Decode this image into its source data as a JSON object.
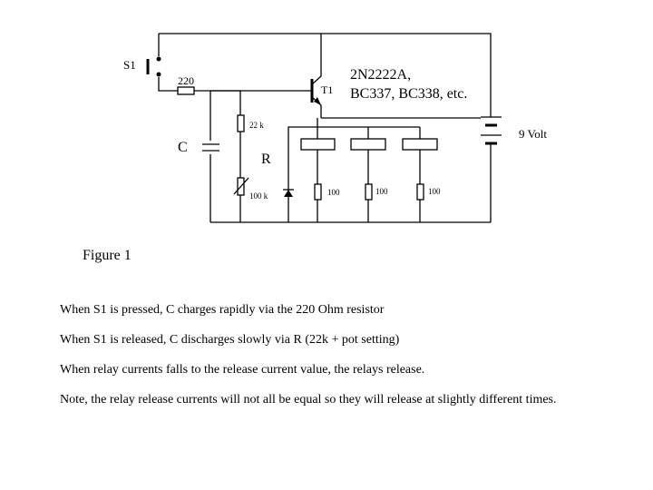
{
  "labels": {
    "switch": "S1",
    "resistor_base": "220",
    "transistor": "T1",
    "transistor_types_line1": "2N2222A,",
    "transistor_types_line2": "BC337, BC338, etc.",
    "resistor_timing": "22 k",
    "capacitor": "C",
    "timing_r": "R",
    "battery": "9 Volt",
    "pot": "100 k",
    "relay_resistor_1": "100",
    "relay_resistor_2": "100",
    "relay_resistor_3": "100",
    "figure_caption": "Figure 1"
  },
  "notes": [
    "When S1 is pressed, C charges rapidly via the 220 Ohm resistor",
    "When S1 is released, C discharges slowly via R (22k + pot setting)",
    "When relay currents falls to the release current value, the relays release.",
    "Note, the relay release currents will not all be equal so they will release at slightly different times."
  ]
}
